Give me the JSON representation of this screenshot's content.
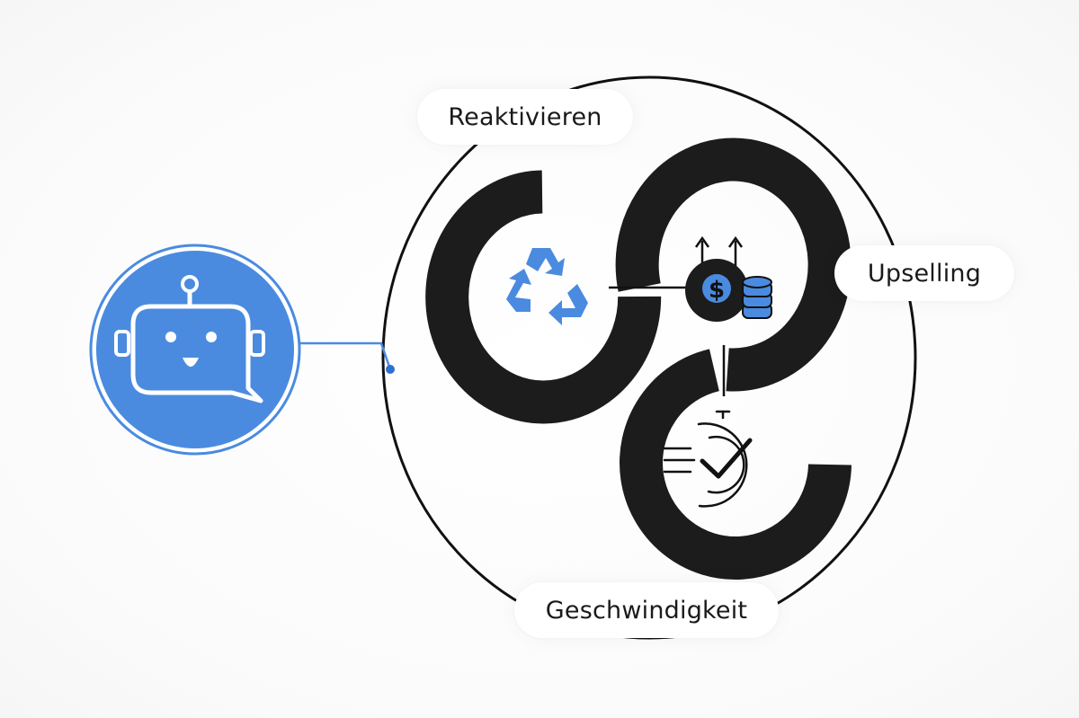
{
  "labels": {
    "reaktivieren": "Reaktivieren",
    "upselling": "Upselling",
    "geschwindigkeit": "Geschwindigkeit"
  },
  "icons": {
    "bot": "chat-bot-icon",
    "recycle": "recycle-icon",
    "upsell": "money-coins-icon",
    "speed": "stopwatch-check-icon"
  },
  "colors": {
    "accent_blue": "#4a8be0",
    "dark": "#1c1c1c",
    "line": "#111111"
  }
}
